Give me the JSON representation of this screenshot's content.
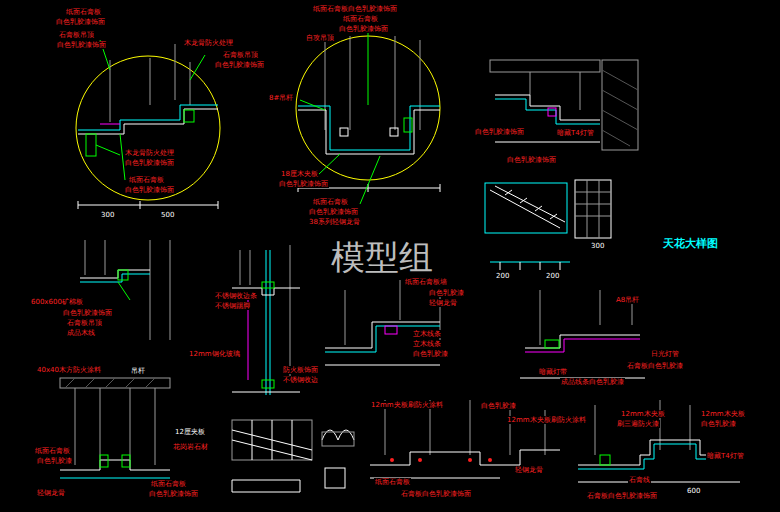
{
  "diagram": {
    "title": "天花大样图",
    "labels": [
      "纸面石膏板",
      "白色乳胶漆饰面",
      "石膏板吊顶",
      "白色乳胶漆饰面",
      "木龙骨防火处理",
      "石膏板吊顶",
      "白色乳胶漆饰面",
      "木龙骨防火处理",
      "白色乳胶漆饰面",
      "纸面石膏板",
      "白色乳胶漆饰面",
      "300",
      "500",
      "纸面石膏板白色乳胶漆饰面",
      "纸面石膏板",
      "白色乳胶漆饰面",
      "自攻吊顶",
      "8#吊杆",
      "18厘木夹板",
      "白色乳胶漆饰面",
      "纸面石膏板",
      "白色乳胶漆饰面",
      "38系列轻钢龙骨",
      "白色乳胶漆饰面",
      "暗藏T4灯管",
      "白色乳胶漆饰面",
      "模型组",
      "600x600矿棉板",
      "白色乳胶漆饰面",
      "石膏板吊顶",
      "成品木线",
      "不锈钢收边条",
      "不锈钢踢脚",
      "12mm钢化玻璃",
      "防火板饰面",
      "不锈钢收边",
      "纸面石膏板墙",
      "白色乳胶漆",
      "轻钢龙骨",
      "立木线条",
      "立木线条",
      "白色乳胶漆",
      "A8吊杆",
      "日光灯管",
      "石膏板白色乳胶漆",
      "暗藏灯带",
      "成品线条白色乳胶漆",
      "40x40木方防火涂料",
      "吊杆",
      "12厘夹板",
      "纸面石膏板",
      "白色乳胶漆",
      "花岗岩石材",
      "轻钢龙骨",
      "纸面石膏板",
      "白色乳胶漆饰面",
      "12mm夹板刷防火涂料",
      "白色乳胶漆",
      "12mm木夹板刷防火涂料",
      "轻钢龙骨",
      "石膏板白色乳胶漆饰面",
      "纸面石膏板",
      "12mm木夹板",
      "刷三遍防火漆",
      "12mm木夹板",
      "白色乳胶漆",
      "暗藏T4灯管",
      "石膏板白色乳胶漆饰面",
      "石膏线",
      "200",
      "200",
      "300",
      "600"
    ]
  }
}
